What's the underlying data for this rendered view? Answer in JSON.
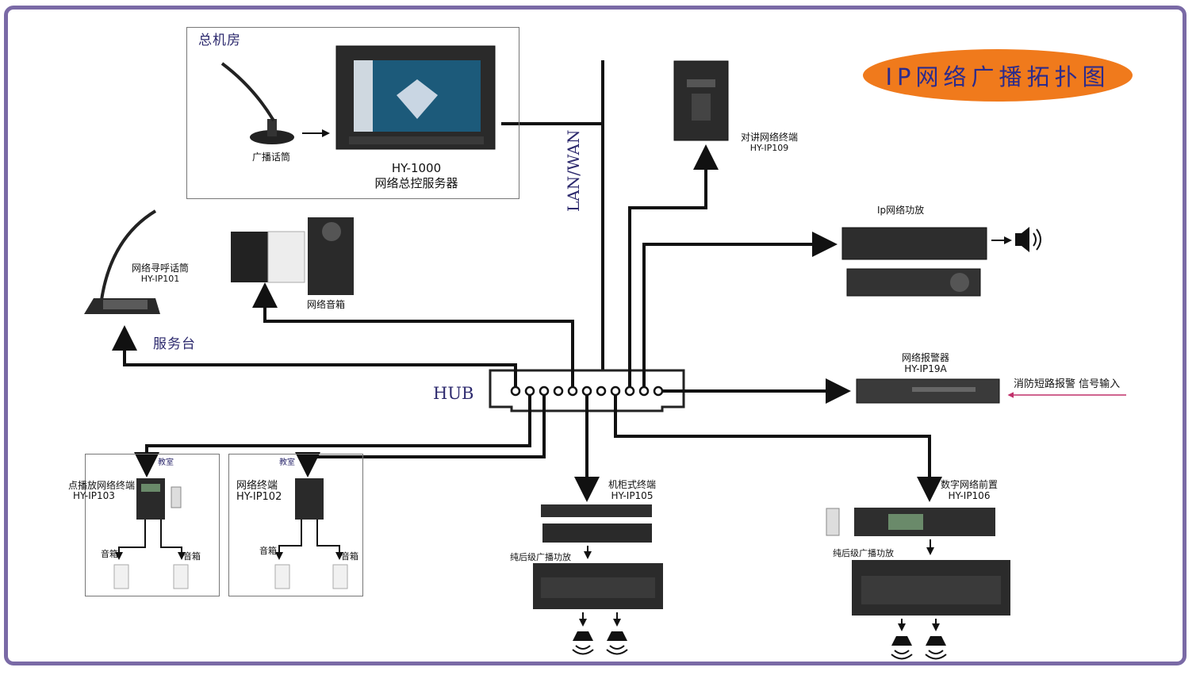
{
  "title": "IP网络广播拓扑图",
  "control_room": {
    "label": "总机房",
    "mic_label": "广播话筒",
    "server_model": "HY-1000",
    "server_name": "网络总控服务器"
  },
  "lan_label": "LAN/WAN",
  "hub_label": "HUB",
  "intercom": {
    "name": "对讲网络终端",
    "model": "HY-IP109"
  },
  "ip_amp": {
    "name": "Ip网络功放"
  },
  "alarm": {
    "name": "网络报警器",
    "model": "HY-IP19A",
    "input": "消防短路报警  信号输入"
  },
  "paging_mic": {
    "name": "网络寻呼话筒",
    "model": "HY-IP101"
  },
  "speaker_box": {
    "name": "网络音箱"
  },
  "service_desk": "服务台",
  "classroom1": {
    "tag": "教室",
    "name": "点播放网络终端",
    "model": "HY-IP103",
    "spk_left": "音箱",
    "spk_right": "音箱"
  },
  "classroom2": {
    "tag": "教室",
    "name": "网络终端",
    "model": "HY-IP102",
    "spk_left": "音箱",
    "spk_right": "音箱"
  },
  "rack_terminal": {
    "name": "机柜式终端",
    "model": "HY-IP105",
    "amp_label": "纯后级广播功放"
  },
  "digital_pre": {
    "name": "数字网络前置",
    "model": "HY-IP106",
    "amp_label": "纯后级广播功放"
  },
  "colors": {
    "frame": "#7a6aa6",
    "oval": "#f07a1c",
    "title_text": "#2b2b8c",
    "alarm_input_arrow": "#c0306a"
  }
}
